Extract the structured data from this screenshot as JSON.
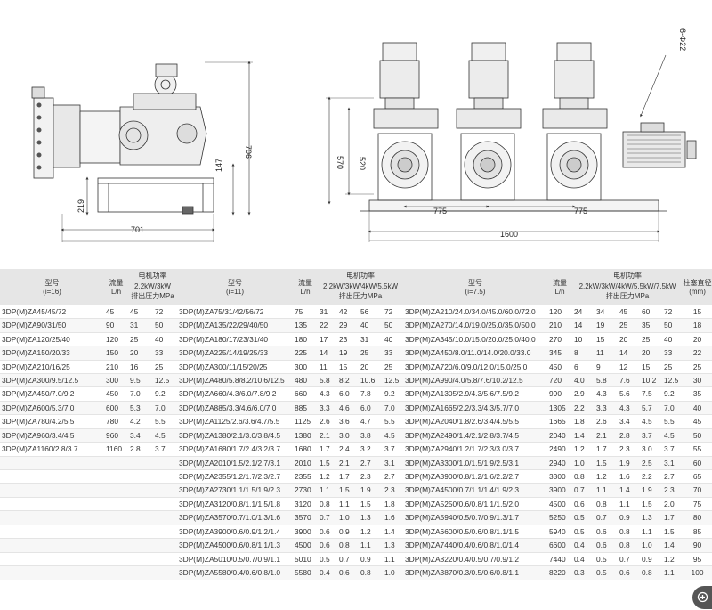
{
  "drawing": {
    "side_view": {
      "dim_height": "706",
      "dim_147": "147",
      "dim_219": "219",
      "dim_width": "701"
    },
    "front_view": {
      "dim_570": "570",
      "dim_520": "520",
      "dim_775a": "775",
      "dim_775b": "775",
      "dim_1600": "1600",
      "dim_holes": "6-Φ22"
    }
  },
  "table": {
    "headers": {
      "g1": {
        "model": "型号",
        "ratio": "(i=16)",
        "flow": "流量",
        "flow_unit": "L/h",
        "power_title": "电机功率",
        "power_options": "2.2kW/3kW",
        "pressure": "排出压力MPa"
      },
      "g2": {
        "model": "型号",
        "ratio": "(i=11)",
        "flow": "流量",
        "flow_unit": "L/h",
        "power_title": "电机功率",
        "power_options": "2.2kW/3kW/4kW/5.5kW",
        "pressure": "排出压力MPa"
      },
      "g3": {
        "model": "型号",
        "ratio": "(i=7.5)",
        "flow": "流量",
        "flow_unit": "L/h",
        "power_title": "电机功率",
        "power_options": "2.2kW/3kW/4kW/5.5kW/7.5kW",
        "pressure": "排出压力MPa",
        "plunger": "柱塞直径",
        "plunger_unit": "(mm)"
      }
    },
    "rows": [
      {
        "g1": [
          "3DP(M)ZA45/45/72",
          "45",
          "45",
          "72"
        ],
        "g2": [
          "3DP(M)ZA75/31/42/56/72",
          "75",
          "31",
          "42",
          "56",
          "72"
        ],
        "g3": [
          "3DP(M)ZA210/24.0/34.0/45.0/60.0/72.0",
          "120",
          "24",
          "34",
          "45",
          "60",
          "72"
        ],
        "d": "15"
      },
      {
        "g1": [
          "3DP(M)ZA90/31/50",
          "90",
          "31",
          "50"
        ],
        "g2": [
          "3DP(M)ZA135/22/29/40/50",
          "135",
          "22",
          "29",
          "40",
          "50"
        ],
        "g3": [
          "3DP(M)ZA270/14.0/19.0/25.0/35.0/50.0",
          "210",
          "14",
          "19",
          "25",
          "35",
          "50"
        ],
        "d": "18"
      },
      {
        "g1": [
          "3DP(M)ZA120/25/40",
          "120",
          "25",
          "40"
        ],
        "g2": [
          "3DP(M)ZA180/17/23/31/40",
          "180",
          "17",
          "23",
          "31",
          "40"
        ],
        "g3": [
          "3DP(M)ZA345/10.0/15.0/20.0/25.0/40.0",
          "270",
          "10",
          "15",
          "20",
          "25",
          "40"
        ],
        "d": "20"
      },
      {
        "g1": [
          "3DP(M)ZA150/20/33",
          "150",
          "20",
          "33"
        ],
        "g2": [
          "3DP(M)ZA225/14/19/25/33",
          "225",
          "14",
          "19",
          "25",
          "33"
        ],
        "g3": [
          "3DP(M)ZA450/8.0/11.0/14.0/20.0/33.0",
          "345",
          "8",
          "11",
          "14",
          "20",
          "33"
        ],
        "d": "22"
      },
      {
        "g1": [
          "3DP(M)ZA210/16/25",
          "210",
          "16",
          "25"
        ],
        "g2": [
          "3DP(M)ZA300/11/15/20/25",
          "300",
          "11",
          "15",
          "20",
          "25"
        ],
        "g3": [
          "3DP(M)ZA720/6.0/9.0/12.0/15.0/25.0",
          "450",
          "6",
          "9",
          "12",
          "15",
          "25"
        ],
        "d": "25"
      },
      {
        "g1": [
          "3DP(M)ZA300/9.5/12.5",
          "300",
          "9.5",
          "12.5"
        ],
        "g2": [
          "3DP(M)ZA480/5.8/8.2/10.6/12.5",
          "480",
          "5.8",
          "8.2",
          "10.6",
          "12.5"
        ],
        "g3": [
          "3DP(M)ZA990/4.0/5.8/7.6/10.2/12.5",
          "720",
          "4.0",
          "5.8",
          "7.6",
          "10.2",
          "12.5"
        ],
        "d": "30"
      },
      {
        "g1": [
          "3DP(M)ZA450/7.0/9.2",
          "450",
          "7.0",
          "9.2"
        ],
        "g2": [
          "3DP(M)ZA660/4.3/6.0/7.8/9.2",
          "660",
          "4.3",
          "6.0",
          "7.8",
          "9.2"
        ],
        "g3": [
          "3DP(M)ZA1305/2.9/4.3/5.6/7.5/9.2",
          "990",
          "2.9",
          "4.3",
          "5.6",
          "7.5",
          "9.2"
        ],
        "d": "35"
      },
      {
        "g1": [
          "3DP(M)ZA600/5.3/7.0",
          "600",
          "5.3",
          "7.0"
        ],
        "g2": [
          "3DP(M)ZA885/3.3/4.6/6.0/7.0",
          "885",
          "3.3",
          "4.6",
          "6.0",
          "7.0"
        ],
        "g3": [
          "3DP(M)ZA1665/2.2/3.3/4.3/5.7/7.0",
          "1305",
          "2.2",
          "3.3",
          "4.3",
          "5.7",
          "7.0"
        ],
        "d": "40"
      },
      {
        "g1": [
          "3DP(M)ZA780/4.2/5.5",
          "780",
          "4.2",
          "5.5"
        ],
        "g2": [
          "3DP(M)ZA1125/2.6/3.6/4.7/5.5",
          "1125",
          "2.6",
          "3.6",
          "4.7",
          "5.5"
        ],
        "g3": [
          "3DP(M)ZA2040/1.8/2.6/3.4/4.5/5.5",
          "1665",
          "1.8",
          "2.6",
          "3.4",
          "4.5",
          "5.5"
        ],
        "d": "45"
      },
      {
        "g1": [
          "3DP(M)ZA960/3.4/4.5",
          "960",
          "3.4",
          "4.5"
        ],
        "g2": [
          "3DP(M)ZA1380/2.1/3.0/3.8/4.5",
          "1380",
          "2.1",
          "3.0",
          "3.8",
          "4.5"
        ],
        "g3": [
          "3DP(M)ZA2490/1.4/2.1/2.8/3.7/4.5",
          "2040",
          "1.4",
          "2.1",
          "2.8",
          "3.7",
          "4.5"
        ],
        "d": "50"
      },
      {
        "g1": [
          "3DP(M)ZA1160/2.8/3.7",
          "1160",
          "2.8",
          "3.7"
        ],
        "g2": [
          "3DP(M)ZA1680/1.7/2.4/3.2/3.7",
          "1680",
          "1.7",
          "2.4",
          "3.2",
          "3.7"
        ],
        "g3": [
          "3DP(M)ZA2940/1.2/1.7/2.3/3.0/3.7",
          "2490",
          "1.2",
          "1.7",
          "2.3",
          "3.0",
          "3.7"
        ],
        "d": "55"
      },
      {
        "g1": [
          "",
          "",
          "",
          ""
        ],
        "g2": [
          "3DP(M)ZA2010/1.5/2.1/2.7/3.1",
          "2010",
          "1.5",
          "2.1",
          "2.7",
          "3.1"
        ],
        "g3": [
          "3DP(M)ZA3300/1.0/1.5/1.9/2.5/3.1",
          "2940",
          "1.0",
          "1.5",
          "1.9",
          "2.5",
          "3.1"
        ],
        "d": "60"
      },
      {
        "g1": [
          "",
          "",
          "",
          ""
        ],
        "g2": [
          "3DP(M)ZA2355/1.2/1.7/2.3/2.7",
          "2355",
          "1.2",
          "1.7",
          "2.3",
          "2.7"
        ],
        "g3": [
          "3DP(M)ZA3900/0.8/1.2/1.6/2.2/2.7",
          "3300",
          "0.8",
          "1.2",
          "1.6",
          "2.2",
          "2.7"
        ],
        "d": "65"
      },
      {
        "g1": [
          "",
          "",
          "",
          ""
        ],
        "g2": [
          "3DP(M)ZA2730/1.1/1.5/1.9/2.3",
          "2730",
          "1.1",
          "1.5",
          "1.9",
          "2.3"
        ],
        "g3": [
          "3DP(M)ZA4500/0.7/1.1/1.4/1.9/2.3",
          "3900",
          "0.7",
          "1.1",
          "1.4",
          "1.9",
          "2.3"
        ],
        "d": "70"
      },
      {
        "g1": [
          "",
          "",
          "",
          ""
        ],
        "g2": [
          "3DP(M)ZA3120/0.8/1.1/1.5/1.8",
          "3120",
          "0.8",
          "1.1",
          "1.5",
          "1.8"
        ],
        "g3": [
          "3DP(M)ZA5250/0.6/0.8/1.1/1.5/2.0",
          "4500",
          "0.6",
          "0.8",
          "1.1",
          "1.5",
          "2.0"
        ],
        "d": "75"
      },
      {
        "g1": [
          "",
          "",
          "",
          ""
        ],
        "g2": [
          "3DP(M)ZA3570/0.7/1.0/1.3/1.6",
          "3570",
          "0.7",
          "1.0",
          "1.3",
          "1.6"
        ],
        "g3": [
          "3DP(M)ZA5940/0.5/0.7/0.9/1.3/1.7",
          "5250",
          "0.5",
          "0.7",
          "0.9",
          "1.3",
          "1.7"
        ],
        "d": "80"
      },
      {
        "g1": [
          "",
          "",
          "",
          ""
        ],
        "g2": [
          "3DP(M)ZA3900/0.6/0.9/1.2/1.4",
          "3900",
          "0.6",
          "0.9",
          "1.2",
          "1.4"
        ],
        "g3": [
          "3DP(M)ZA6600/0.5/0.6/0.8/1.1/1.5",
          "5940",
          "0.5",
          "0.6",
          "0.8",
          "1.1",
          "1.5"
        ],
        "d": "85"
      },
      {
        "g1": [
          "",
          "",
          "",
          ""
        ],
        "g2": [
          "3DP(M)ZA4500/0.6/0.8/1.1/1.3",
          "4500",
          "0.6",
          "0.8",
          "1.1",
          "1.3"
        ],
        "g3": [
          "3DP(M)ZA7440/0.4/0.6/0.8/1.0/1.4",
          "6600",
          "0.4",
          "0.6",
          "0.8",
          "1.0",
          "1.4"
        ],
        "d": "90"
      },
      {
        "g1": [
          "",
          "",
          "",
          ""
        ],
        "g2": [
          "3DP(M)ZA5010/0.5/0.7/0.9/1.1",
          "5010",
          "0.5",
          "0.7",
          "0.9",
          "1.1"
        ],
        "g3": [
          "3DP(M)ZA8220/0.4/0.5/0.7/0.9/1.2",
          "7440",
          "0.4",
          "0.5",
          "0.7",
          "0.9",
          "1.2"
        ],
        "d": "95"
      },
      {
        "g1": [
          "",
          "",
          "",
          ""
        ],
        "g2": [
          "3DP(M)ZA5580/0.4/0.6/0.8/1.0",
          "5580",
          "0.4",
          "0.6",
          "0.8",
          "1.0"
        ],
        "g3": [
          "3DP(M)ZA3870/0.3/0.5/0.6/0.8/1.1",
          "8220",
          "0.3",
          "0.5",
          "0.6",
          "0.8",
          "1.1"
        ],
        "d": "100"
      }
    ]
  }
}
